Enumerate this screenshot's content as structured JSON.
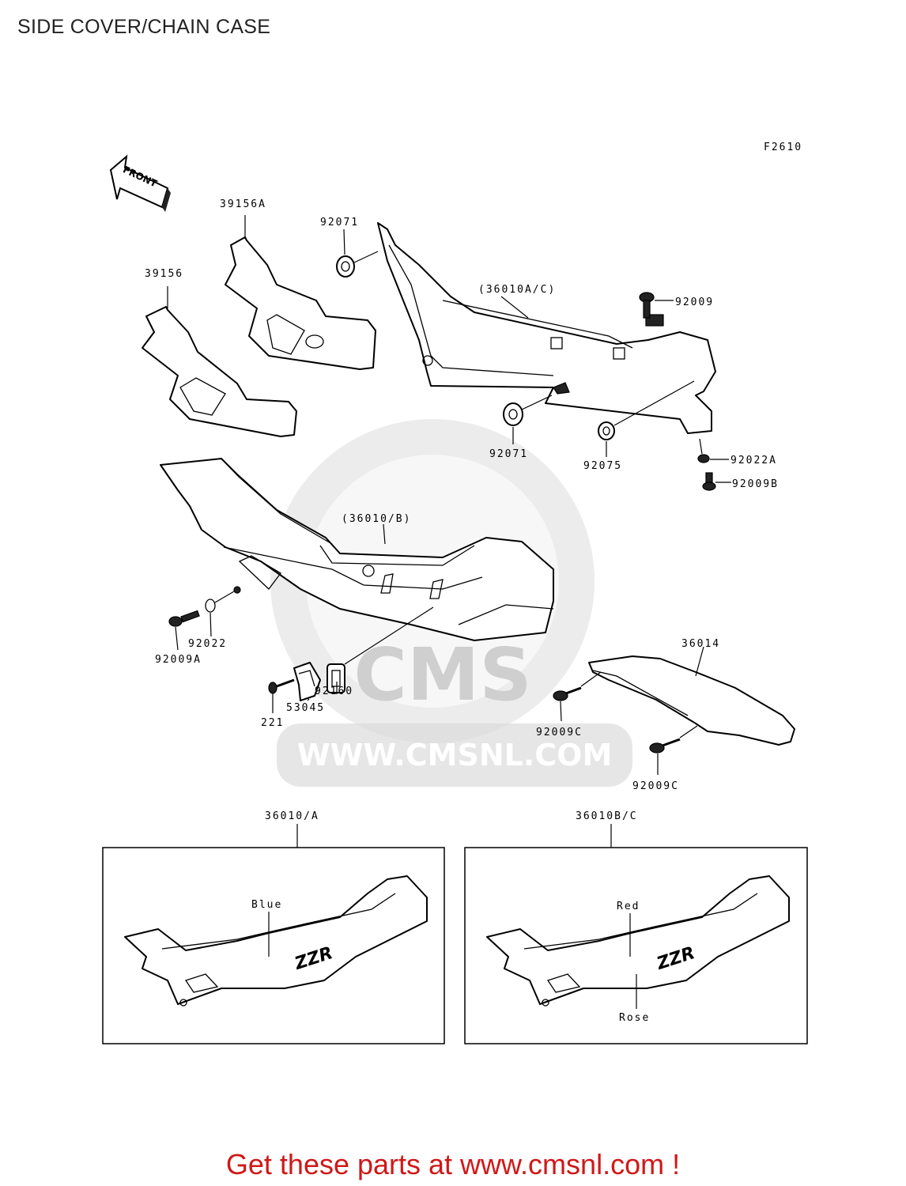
{
  "page": {
    "title": "SIDE COVER/CHAIN CASE"
  },
  "diagram": {
    "figure_code": "F2610",
    "front_label": "FRONT",
    "parts": {
      "p39156A": "39156A",
      "p39156": "39156",
      "p92071_top": "92071",
      "p36010AC": "(36010A/C)",
      "p92009": "92009",
      "p92071_mid": "92071",
      "p92075": "92075",
      "p92022A": "92022A",
      "p92009B": "92009B",
      "p36010B": "(36010/B)",
      "p92022": "92022",
      "p92009A": "92009A",
      "p92160": "92160",
      "p53045": "53045",
      "p221": "221",
      "p36014": "36014",
      "p92009C_1": "92009C",
      "p92009C_2": "92009C"
    },
    "variant_boxes": [
      {
        "code": "36010/A",
        "colors": [
          "Blue"
        ],
        "decal": "ZZR"
      },
      {
        "code": "36010B/C",
        "colors": [
          "Red",
          "Rose"
        ],
        "decal": "ZZR"
      }
    ]
  },
  "watermark": {
    "brand": "CMS",
    "url": "WWW.CMSNL.COM"
  },
  "footer": {
    "cta": "Get these parts at www.cmsnl.com !"
  },
  "colors": {
    "cta": "#d01818",
    "watermark": "#dcdcdc"
  }
}
